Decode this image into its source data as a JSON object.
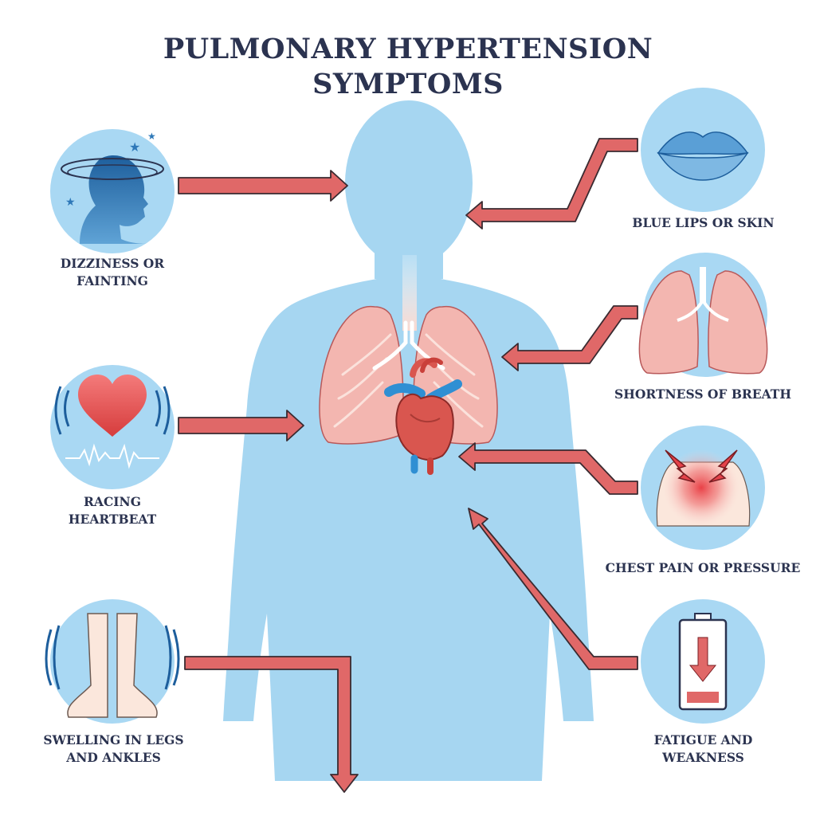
{
  "title": {
    "line1": "PULMONARY HYPERTENSION",
    "line2": "SYMPTOMS"
  },
  "symptoms": [
    {
      "id": "dizziness",
      "side": "left",
      "line1": "DIZZINESS OR",
      "line2": "FAINTING",
      "icon": "dizzy-head-icon"
    },
    {
      "id": "racing-heartbeat",
      "side": "left",
      "line1": "RACING",
      "line2": "HEARTBEAT",
      "icon": "heart-pulse-icon"
    },
    {
      "id": "swelling",
      "side": "left",
      "line1": "SWELLING IN LEGS",
      "line2": "AND ANKLES",
      "icon": "swollen-feet-icon"
    },
    {
      "id": "blue-lips",
      "side": "right",
      "line1": "BLUE LIPS OR SKIN",
      "line2": "",
      "icon": "blue-lips-icon"
    },
    {
      "id": "shortness-of-breath",
      "side": "right",
      "line1": "SHORTNESS OF BREATH",
      "line2": "",
      "icon": "lungs-icon"
    },
    {
      "id": "chest-pain",
      "side": "right",
      "line1": "CHEST PAIN OR PRESSURE",
      "line2": "",
      "icon": "chest-pain-icon"
    },
    {
      "id": "fatigue",
      "side": "right",
      "line1": "FATIGUE AND",
      "line2": "WEAKNESS",
      "icon": "low-battery-icon"
    }
  ],
  "colors": {
    "title": "#2b3350",
    "body": "#a6d6f1",
    "circle": "#a9d8f3",
    "arrow": "#e06868",
    "arrow_outline": "#3a2a30",
    "lung": "#f3b6b0",
    "heart": "#d9564f",
    "vessel_blue": "#2f8fd3"
  }
}
